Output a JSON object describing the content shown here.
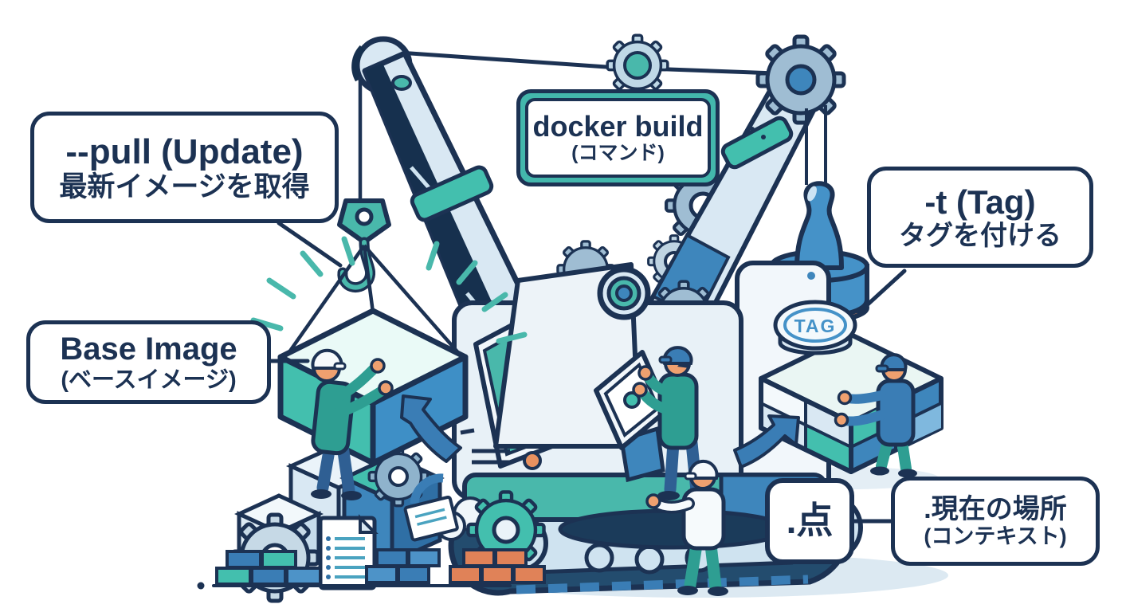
{
  "figure": {
    "type": "illustration",
    "topic": "docker build command options explained with a construction crane scene"
  },
  "palette": {
    "outline_navy": "#1C3253",
    "teal": "#43BFAE",
    "teal_dark": "#2E9E92",
    "blue": "#3E86BC",
    "steel_blue": "#3A7DB5",
    "stamp_blue": "#4592C8",
    "light_blue": "#D9E8F3",
    "pale_mint": "#EAF8F5",
    "slate_gear": "#9FBDD3",
    "orange": "#E8915F",
    "brick_orange": "#E08258",
    "skin": "#EFA06F",
    "background": "#FFFFFF"
  },
  "callouts": {
    "pull": {
      "title": "--pull (Update)",
      "subtitle": "最新イメージを取得"
    },
    "base_image": {
      "title": "Base Image",
      "subtitle": "(ベースイメージ)"
    },
    "command": {
      "title": "docker build",
      "subtitle": "(コマンド)"
    },
    "tag": {
      "title": "-t (Tag)",
      "subtitle": "タグを付ける"
    },
    "context_dot": {
      "label": ".点"
    },
    "context": {
      "title": ".現在の場所",
      "subtitle": "(コンテキスト)"
    }
  },
  "illustration": {
    "stamp_pad_label": "TAG",
    "scene": "Cartoon crane lifting a base-image cube on the left, stamping a TAG onto a layered image cube on the right, with four construction workers, gears, bricks and a Dockerfile document",
    "elements": [
      "crane-boom",
      "crane-hook",
      "base-image-cube",
      "tag-stamp",
      "tag-cube",
      "crawler-tracks",
      "gears",
      "brick-piles",
      "dockerfile-document",
      "workers",
      "arrows"
    ]
  }
}
